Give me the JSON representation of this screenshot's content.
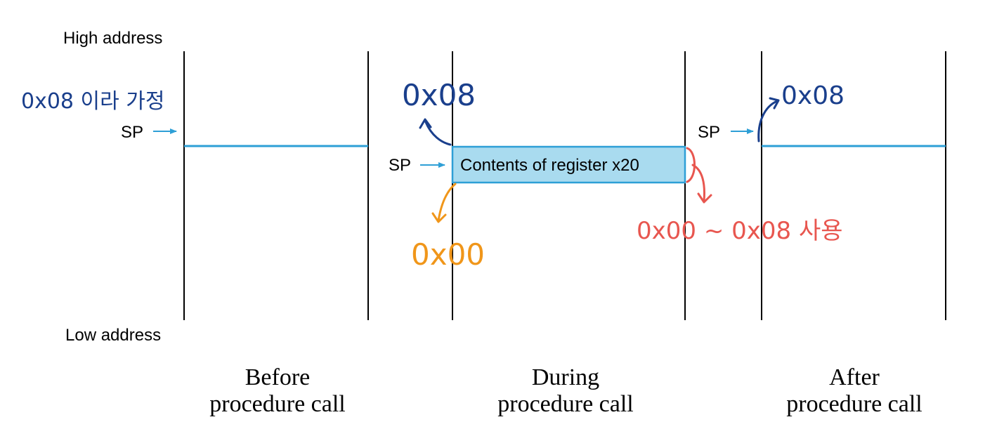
{
  "labels": {
    "high_address": "High address",
    "low_address": "Low address"
  },
  "panels": [
    {
      "caption_line1": "Before",
      "caption_line2": "procedure call",
      "sp_label": "SP"
    },
    {
      "caption_line1": "During",
      "caption_line2": "procedure call",
      "sp_label": "SP",
      "block_label": "Contents of register x20"
    },
    {
      "caption_line1": "After",
      "caption_line2": "procedure call",
      "sp_label": "SP"
    }
  ],
  "annotations": {
    "assume": "0x08 이라 가정",
    "during_top": "0x08",
    "during_bottom": "0x00",
    "range": "0x00 ~ 0x08 사용",
    "after_top": "0x08"
  },
  "colors": {
    "line": "#000000",
    "stack_top": "#2e9fd6",
    "block_fill": "#a9dbef",
    "block_border": "#2e9fd6",
    "arrow": "#2e9fd6",
    "ink_blue": "#1a3f8c",
    "ink_orange": "#f0961a",
    "ink_red": "#e8564f"
  }
}
